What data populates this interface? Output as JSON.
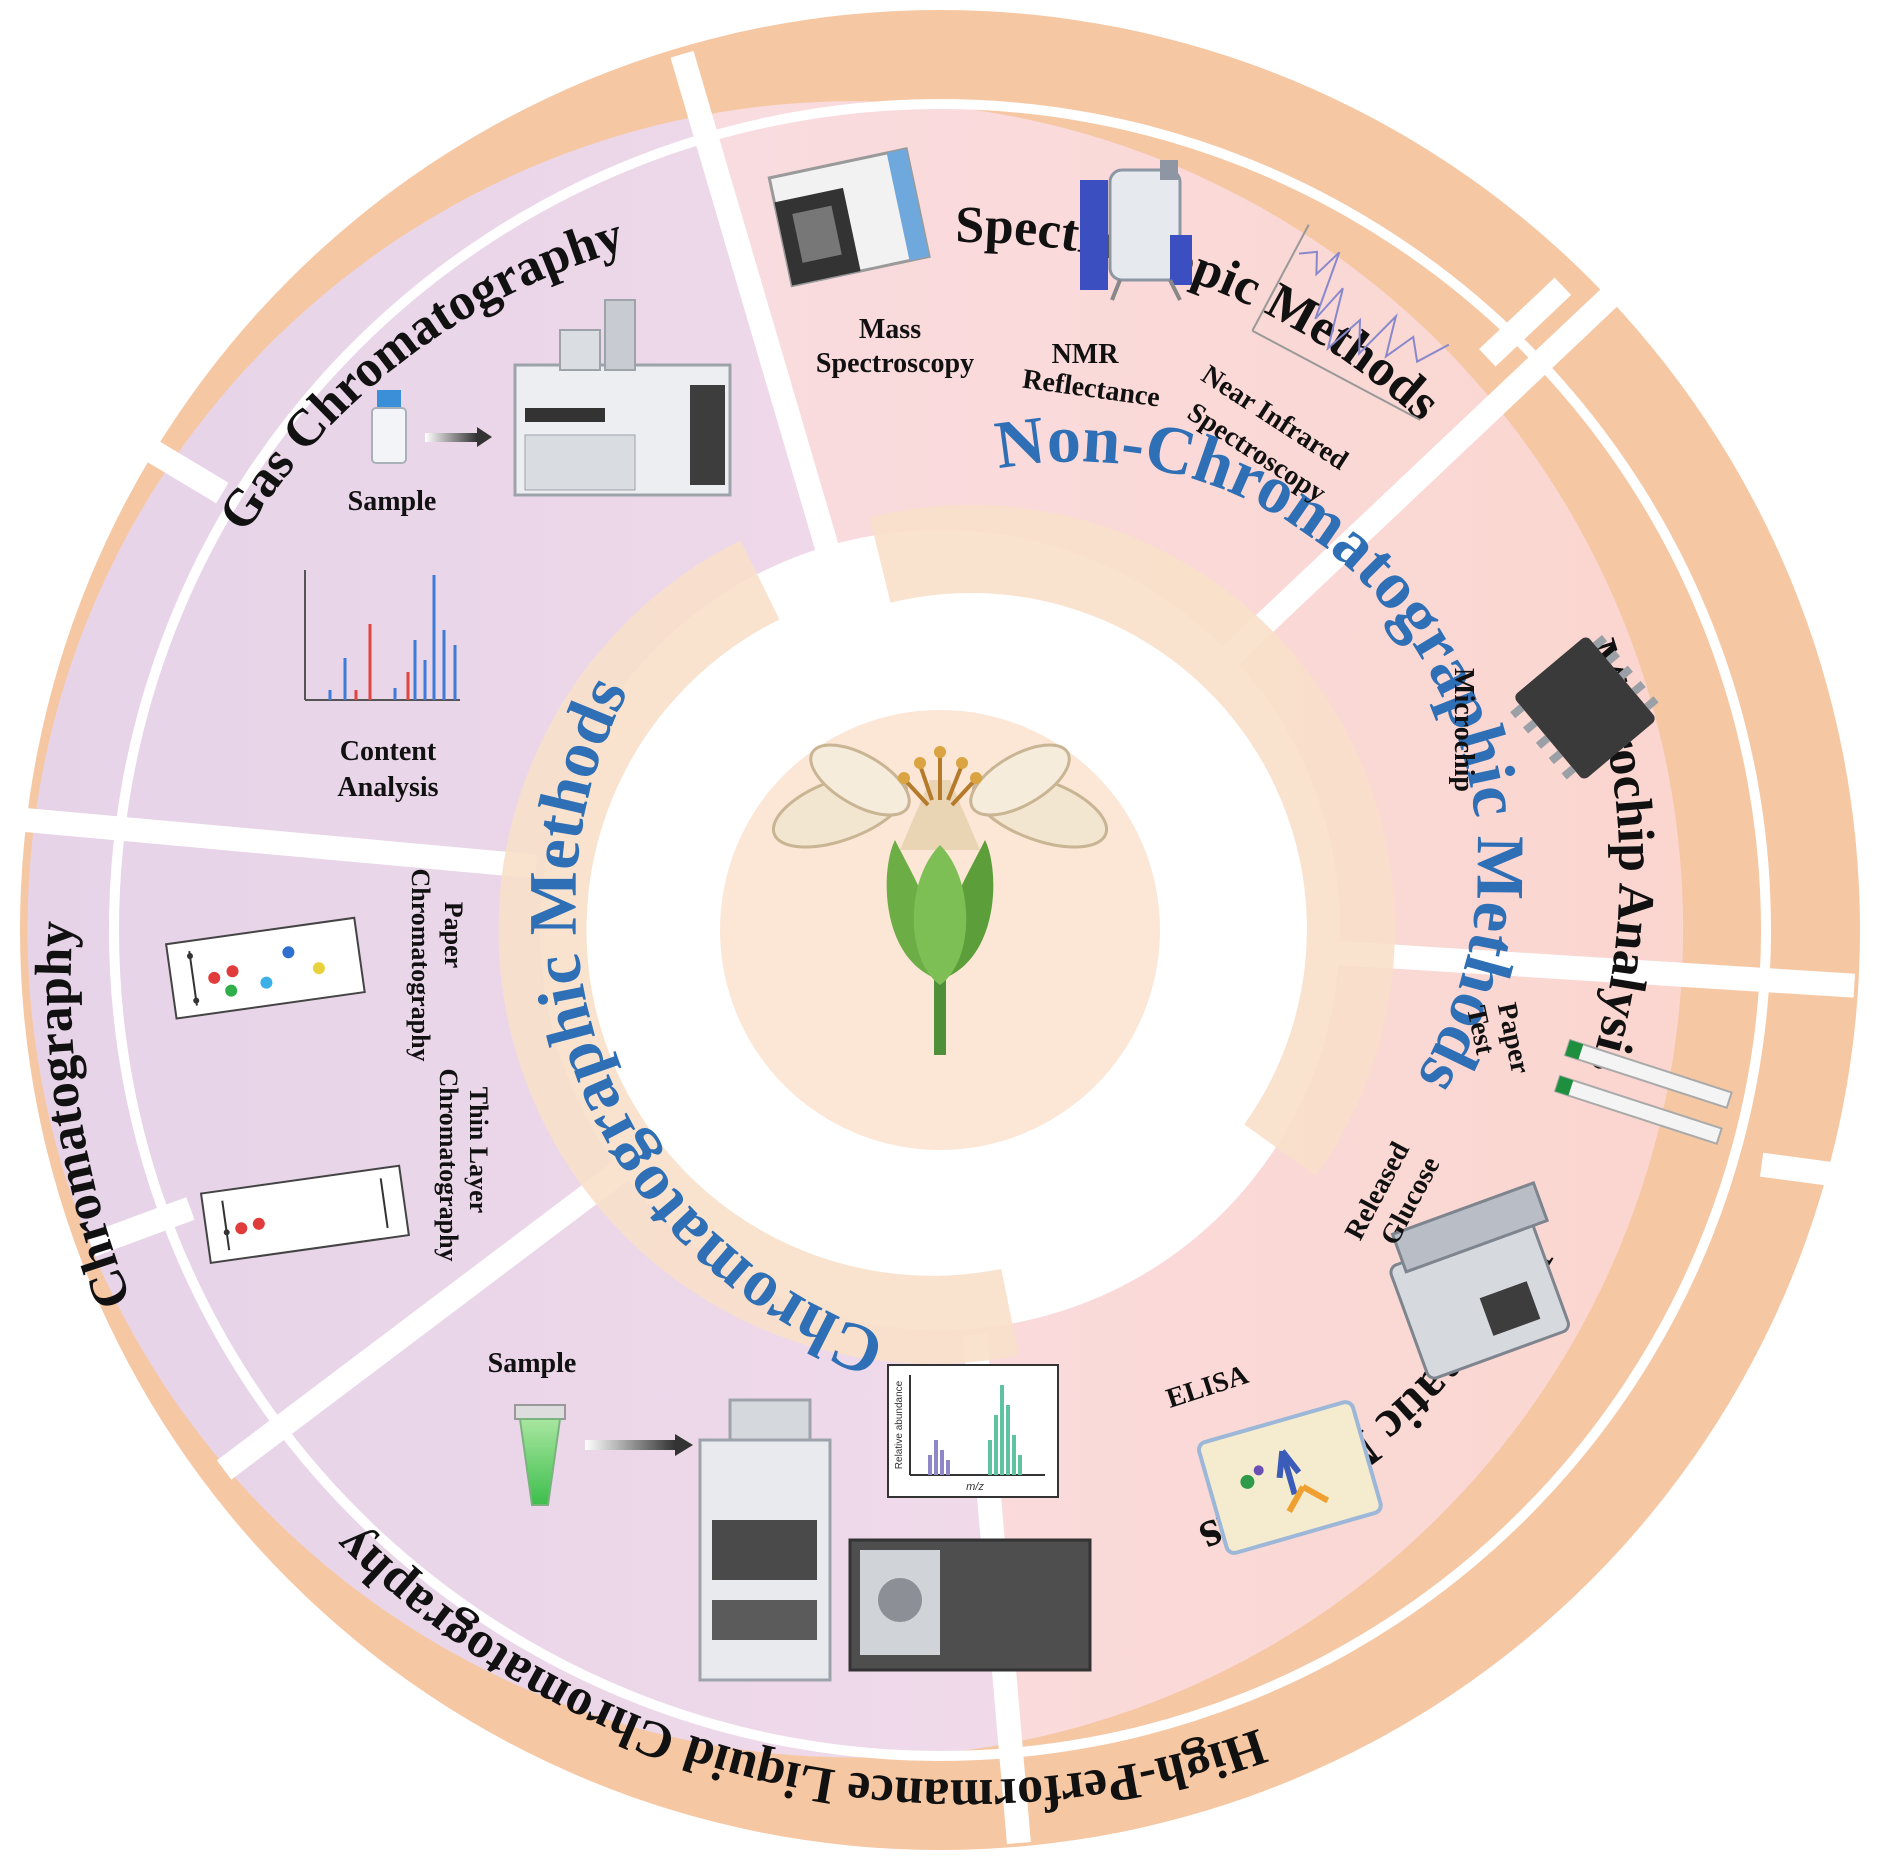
{
  "colors": {
    "outer_band": "#F6C7A3",
    "chromatographic_sector": "#EAD8EA",
    "non_chromatographic_sector": "#FAD9D6",
    "inner_text": "#2E6FB5",
    "inner_band": "#F8E0CA",
    "center": "#FCE6D6"
  },
  "center_label": {
    "chromatographic": "Chromatographic Methods",
    "non_chromatographic": "Non-Chromatographic Methods"
  },
  "bands": {
    "spectroscopic": "Spectroscopic Methods",
    "microchip": "Microchip Analysis",
    "enzymatic": "Enzymatic Methods",
    "hplc": "High-Performance Liquid Chromatography",
    "chromatography": "Chromatography",
    "gas": "Gas Chromatography"
  },
  "labels": {
    "mass_1": "Mass",
    "mass_2": "Spectroscopy",
    "nmr_1": "NMR",
    "nmr_2": "Reflectance",
    "nir_1": "Near Infrared",
    "nir_2": "Spectroscopy",
    "microchip": "Microchip",
    "test_paper_1": "Test",
    "test_paper_2": "Paper",
    "released_1": "Released",
    "released_2": "Glucose",
    "elisa": "ELISA",
    "hplc_sample": "Sample",
    "hplc_xlabel": "m/z",
    "hplc_ylabel": "Relative abundance",
    "paper_1": "Paper",
    "paper_2": "Chromatography",
    "tlc_1": "Thin Layer",
    "tlc_2": "Chromatography",
    "gc_sample": "Sample",
    "content_1": "Content",
    "content_2": "Analysis"
  },
  "icons": [
    "mass-spectrometer-icon",
    "nmr-magnet-icon",
    "nir-spectrum-icon",
    "microchip-icon",
    "test-strip-icon",
    "glucose-analyzer-icon",
    "elisa-plate-icon",
    "sample-tube-icon",
    "hplc-system-icon",
    "mass-spectrum-chart-icon",
    "paper-chromatography-icon",
    "tlc-plate-icon",
    "vial-icon",
    "gas-chromatograph-icon",
    "chromatogram-icon",
    "flower-icon"
  ]
}
